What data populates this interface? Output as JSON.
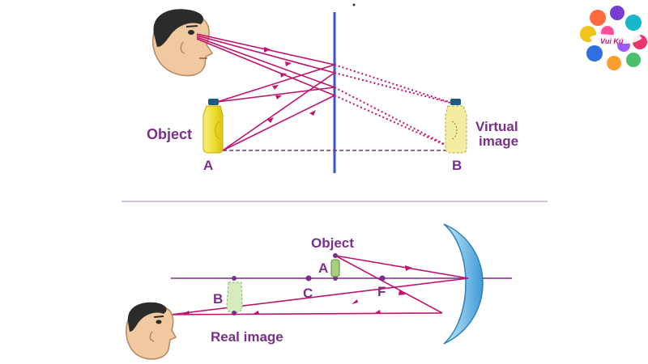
{
  "top_figure": {
    "object_label": "Object",
    "virtual_image_label_line1": "Virtual",
    "virtual_image_label_line2": "image",
    "point_a": "A",
    "point_b": "B"
  },
  "bottom_figure": {
    "object_label": "Object",
    "real_image_label": "Real image",
    "point_a": "A",
    "point_b": "B",
    "point_c": "C",
    "point_f": "F"
  },
  "logo": {
    "text": "Vui Kú"
  },
  "colors": {
    "ray": "#c0136f",
    "label": "#7a2f88",
    "mirror_plane": "#3a56c9",
    "mirror_concave": "#5bb5ea",
    "bottle_yellow": "#f1e442",
    "bottle_green": "#a9cf7c",
    "skin": "#f1c9a0",
    "separator": "#b59ac3"
  }
}
